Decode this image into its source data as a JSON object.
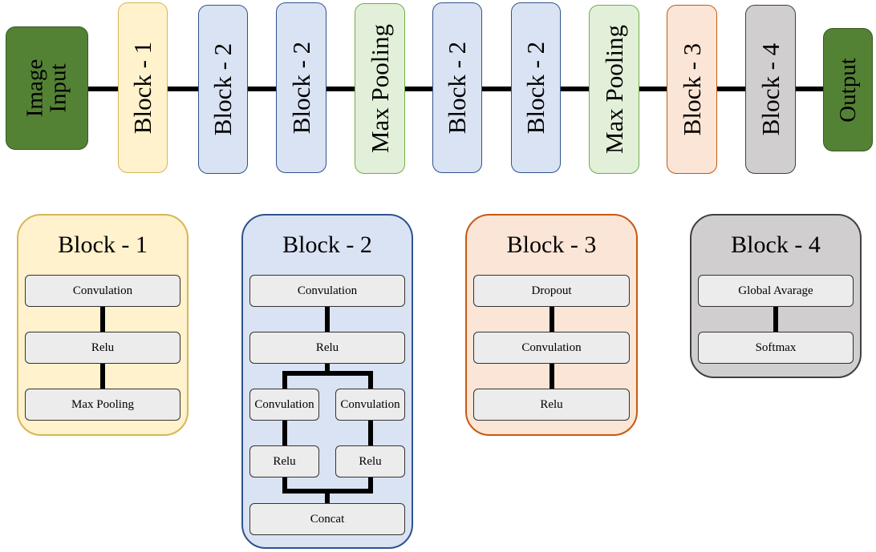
{
  "pipeline": {
    "input": "Image Input",
    "output": "Output",
    "stages": [
      "Block - 1",
      "Block - 2",
      "Block - 2",
      "Max Pooling",
      "Block - 2",
      "Block - 2",
      "Max Pooling",
      "Block - 3",
      "Block - 4"
    ]
  },
  "colors": {
    "io_fill": "#548235",
    "block1_fill": "#fff2cc",
    "block1_border": "#d6b656",
    "block2_fill": "#dae3f3",
    "block2_border": "#2f528f",
    "pool_fill": "#e2f0d9",
    "pool_border": "#70ad47",
    "block3_fill": "#fbe5d6",
    "block3_border": "#c55a11",
    "block4_fill": "#d0cece",
    "block4_border": "#404040"
  },
  "panels": {
    "block1": {
      "title": "Block - 1",
      "nodes": [
        "Convulation",
        "Relu",
        "Max Pooling"
      ]
    },
    "block2": {
      "title": "Block - 2",
      "nodes": [
        "Convulation",
        "Relu"
      ],
      "left_branch": [
        "Convulation",
        "Relu"
      ],
      "right_branch": [
        "Convulation",
        "Relu"
      ],
      "merge": "Concat"
    },
    "block3": {
      "title": "Block - 3",
      "nodes": [
        "Dropout",
        "Convulation",
        "Relu"
      ]
    },
    "block4": {
      "title": "Block - 4",
      "nodes": [
        "Global Avarage",
        "Softmax"
      ]
    }
  }
}
